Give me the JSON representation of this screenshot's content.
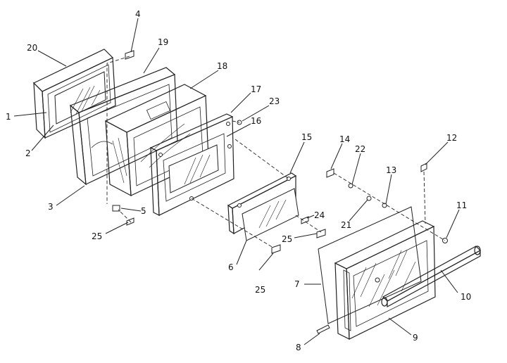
{
  "diagram": {
    "parts": [
      {
        "id": "p1",
        "label": "1"
      },
      {
        "id": "p2",
        "label": "2"
      },
      {
        "id": "p3",
        "label": "3"
      },
      {
        "id": "p4",
        "label": "4"
      },
      {
        "id": "p5",
        "label": "5"
      },
      {
        "id": "p6",
        "label": "6"
      },
      {
        "id": "p7",
        "label": "7"
      },
      {
        "id": "p8",
        "label": "8"
      },
      {
        "id": "p9",
        "label": "9"
      },
      {
        "id": "p10",
        "label": "10"
      },
      {
        "id": "p11",
        "label": "11"
      },
      {
        "id": "p12",
        "label": "12"
      },
      {
        "id": "p13",
        "label": "13"
      },
      {
        "id": "p14",
        "label": "14"
      },
      {
        "id": "p15",
        "label": "15"
      },
      {
        "id": "p16",
        "label": "16"
      },
      {
        "id": "p17",
        "label": "17"
      },
      {
        "id": "p18",
        "label": "18"
      },
      {
        "id": "p19",
        "label": "19"
      },
      {
        "id": "p20",
        "label": "20"
      },
      {
        "id": "p21",
        "label": "21"
      },
      {
        "id": "p22",
        "label": "22"
      },
      {
        "id": "p23",
        "label": "23"
      },
      {
        "id": "p24",
        "label": "24"
      },
      {
        "id": "p25a",
        "label": "25"
      },
      {
        "id": "p25b",
        "label": "25"
      },
      {
        "id": "p25c",
        "label": "25"
      }
    ]
  }
}
